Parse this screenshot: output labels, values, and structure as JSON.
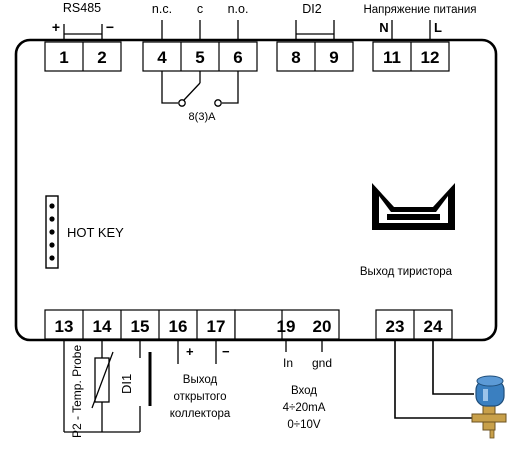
{
  "top_labels": {
    "rs485": "RS485",
    "rs485_plus": "+",
    "rs485_minus": "−",
    "nc": "n.c.",
    "c": "c",
    "no": "n.o.",
    "di2": "DI2",
    "supply": "Напряжение питания",
    "n": "N",
    "l": "L"
  },
  "top_terminals": [
    "1",
    "2",
    "4",
    "5",
    "6",
    "8",
    "9",
    "11",
    "12"
  ],
  "relay_rating": "8(3)A",
  "hot_key": "HOT KEY",
  "thyristor_output": "Выход тиристора",
  "bottom_terminals": [
    "13",
    "14",
    "15",
    "16",
    "17",
    "19",
    "20",
    "23",
    "24"
  ],
  "probe_label": "P2 - Temp. Probe",
  "di1": "DI1",
  "oc_plus": "+",
  "oc_minus": "−",
  "open_collector": [
    "Выход",
    "открытого",
    "коллектора"
  ],
  "input_in": "In",
  "input_gnd": "gnd",
  "analog_input": [
    "Вход",
    "4÷20mA",
    "0÷10V"
  ],
  "colors": {
    "line": "#000000",
    "valve_body": "#3a7fc0",
    "valve_brass": "#c8a04a"
  }
}
